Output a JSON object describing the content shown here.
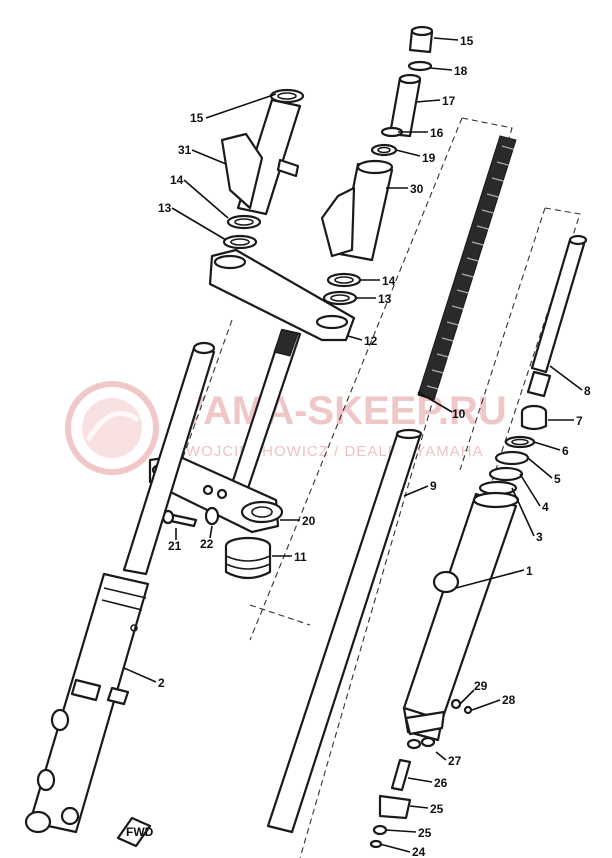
{
  "watermark": {
    "title": "YAMA-SKEEP.RU",
    "subtitle": "WOJCIECHOWICZ / DEALER YAMAHA",
    "color": "#e06a6a"
  },
  "callouts": [
    {
      "id": "15",
      "label": "15"
    },
    {
      "id": "18",
      "label": "18"
    },
    {
      "id": "17",
      "label": "17"
    },
    {
      "id": "16",
      "label": "16"
    },
    {
      "id": "19",
      "label": "19"
    },
    {
      "id": "30",
      "label": "30"
    },
    {
      "id": "15b",
      "label": "15"
    },
    {
      "id": "31",
      "label": "31"
    },
    {
      "id": "14a",
      "label": "14"
    },
    {
      "id": "13a",
      "label": "13"
    },
    {
      "id": "14b",
      "label": "14"
    },
    {
      "id": "13b",
      "label": "13"
    },
    {
      "id": "12",
      "label": "12"
    },
    {
      "id": "8",
      "label": "8"
    },
    {
      "id": "10",
      "label": "10"
    },
    {
      "id": "7",
      "label": "7"
    },
    {
      "id": "6",
      "label": "6"
    },
    {
      "id": "5",
      "label": "5"
    },
    {
      "id": "4",
      "label": "4"
    },
    {
      "id": "3",
      "label": "3"
    },
    {
      "id": "9",
      "label": "9"
    },
    {
      "id": "20",
      "label": "20"
    },
    {
      "id": "21",
      "label": "21"
    },
    {
      "id": "22",
      "label": "22"
    },
    {
      "id": "11",
      "label": "11"
    },
    {
      "id": "1",
      "label": "1"
    },
    {
      "id": "2",
      "label": "2"
    },
    {
      "id": "29",
      "label": "29"
    },
    {
      "id": "28",
      "label": "28"
    },
    {
      "id": "27",
      "label": "27"
    },
    {
      "id": "26",
      "label": "26"
    },
    {
      "id": "25a",
      "label": "25"
    },
    {
      "id": "25b",
      "label": "25"
    },
    {
      "id": "24",
      "label": "24"
    }
  ],
  "front_marker": "FWD"
}
